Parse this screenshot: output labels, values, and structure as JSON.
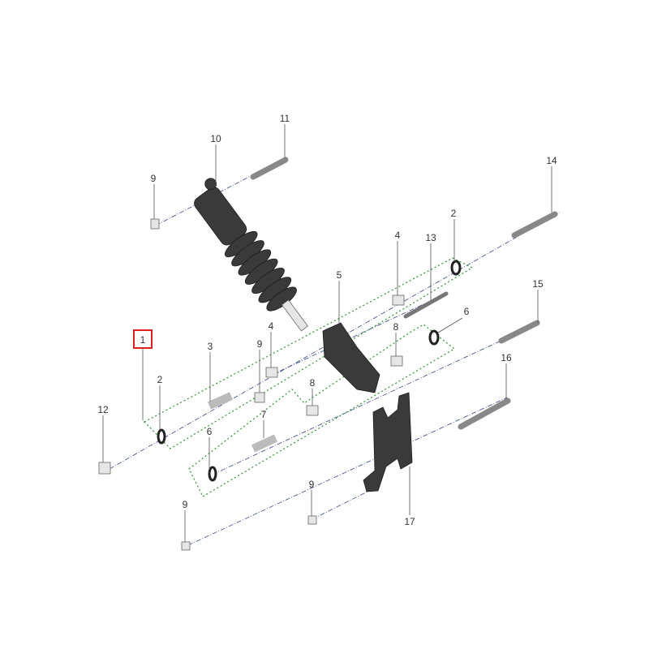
{
  "diagram": {
    "title_callout": "1",
    "callouts": [
      "10",
      "11",
      "9",
      "14",
      "2",
      "4",
      "13",
      "5",
      "15",
      "6",
      "4",
      "8",
      "9",
      "3",
      "16",
      "2",
      "8",
      "12",
      "7",
      "6",
      "9",
      "9",
      "17"
    ],
    "colors": {
      "highlight": "#e02020",
      "group_outline": "#3a9a3a",
      "axis": "#4a5a90",
      "part_dark": "#3a3a3a"
    }
  }
}
